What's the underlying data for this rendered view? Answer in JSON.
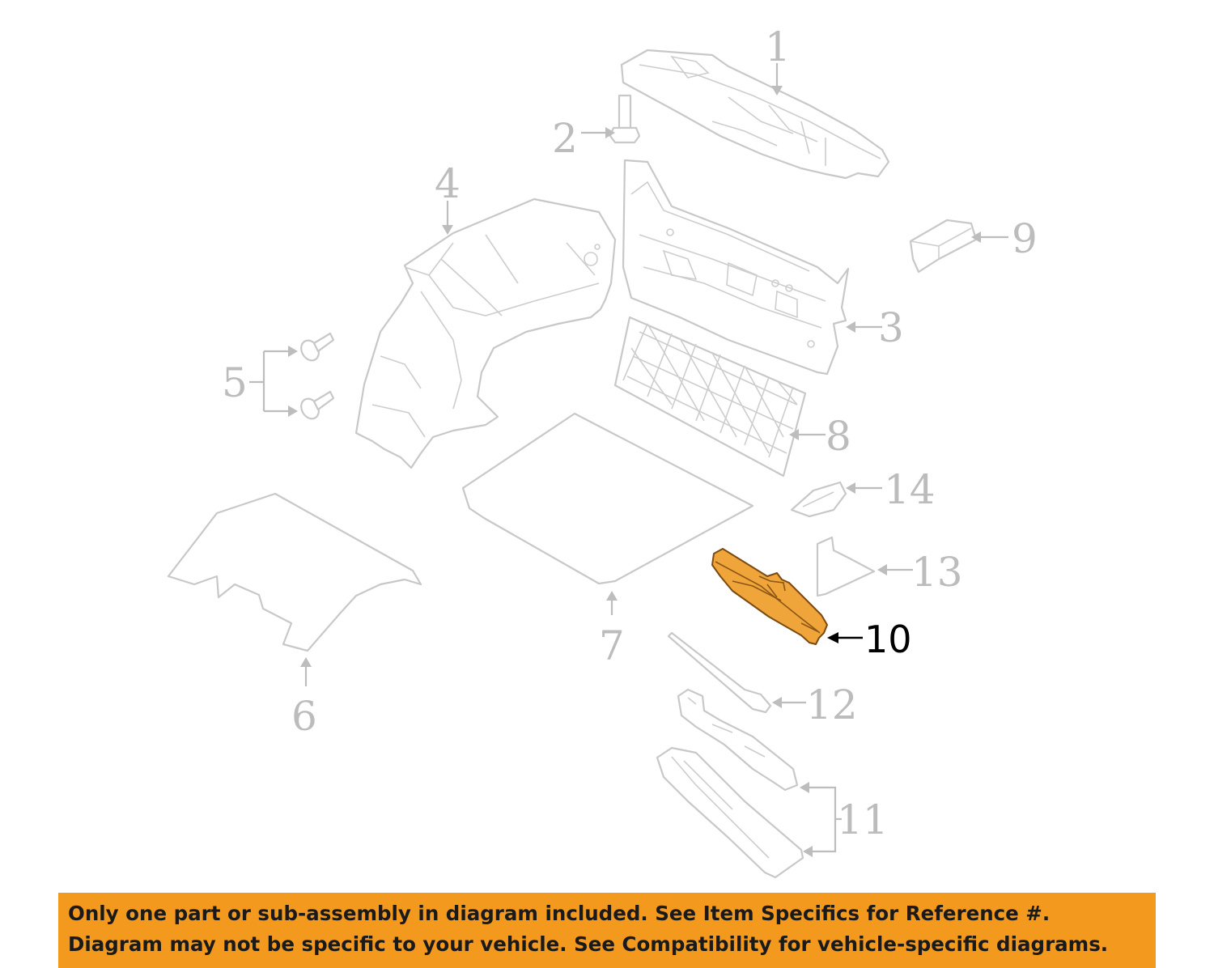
{
  "callouts": {
    "c1": "1",
    "c2": "2",
    "c3": "3",
    "c4": "4",
    "c5": "5",
    "c6": "6",
    "c7": "7",
    "c8": "8",
    "c9": "9",
    "c10": "10",
    "c11": "11",
    "c12": "12",
    "c13": "13",
    "c14": "14"
  },
  "highlighted_part": "10",
  "colors": {
    "highlight_fill": "#f0a53a",
    "banner_background": "#f39a1e",
    "part_outline": "#c8c8c8",
    "callout_text": "#bcbcbc"
  },
  "notice": {
    "line1": "Only one part or sub-assembly in diagram included. See Item Specifics for Reference #.",
    "line2": "Diagram may not be specific to your vehicle. See Compatibility for vehicle-specific diagrams."
  }
}
